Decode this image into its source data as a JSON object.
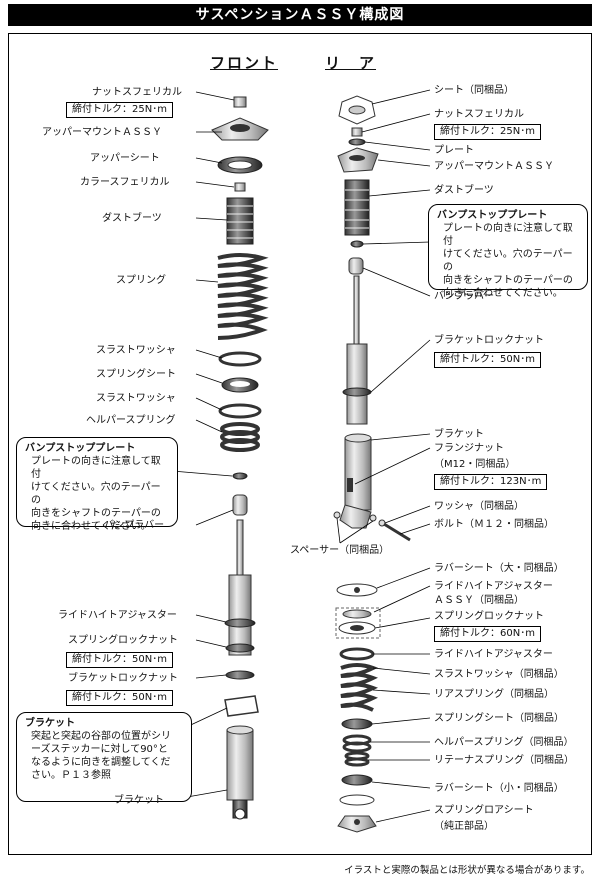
{
  "title": "サスペンションＡＳＳＹ構成図",
  "front": {
    "heading": "フロント",
    "parts": {
      "nut": "ナットスフェリカル",
      "nut_torque": "締付トルク：25N･m",
      "upper_mount": "アッパーマウントＡＳＳＹ",
      "upper_sheet": "アッパーシート",
      "collar": "カラースフェリカル",
      "dust_boots": "ダストブーツ",
      "spring": "スプリング",
      "thrust_washer1": "スラストワッシャ",
      "spring_sheet": "スプリングシート",
      "thrust_washer2": "スラストワッシャ",
      "helper_spring": "ヘルパースプリング",
      "bump_rubber": "バンプラバー",
      "ride_height": "ライドハイトアジャスター",
      "spring_lock_nut": "スプリングロックナット",
      "spring_lock_torque": "締付トルク：50N･m",
      "bracket_lock_nut": "ブラケットロックナット",
      "bracket_lock_torque": "締付トルク：50N･m",
      "bracket": "ブラケット"
    },
    "bump_plate_note": {
      "title": "バンプストッププレート",
      "lines": [
        "プレートの向きに注意して取付",
        "けてください。穴のテーパーの",
        "向きをシャフトのテーパーの",
        "向きに合わせてください。"
      ]
    },
    "bracket_note": {
      "title": "ブラケット",
      "lines": [
        "突起と突起の谷部の位置がシリ",
        "ーズステッカーに対して90°と",
        "なるように向きを調整してくだ",
        "さい。Ｐ１３参照"
      ]
    }
  },
  "rear": {
    "heading": "リ　ア",
    "parts": {
      "sheet": "シート（同梱品）",
      "nut": "ナットスフェリカル",
      "nut_torque": "締付トルク：25N･m",
      "plate": "プレート",
      "upper_mount": "アッパーマウントＡＳＳＹ",
      "dust_boots": "ダストブーツ",
      "bump_rubber": "バンプラバー",
      "bracket_lock_nut": "ブラケットロックナット",
      "bracket_lock_torque": "締付トルク：50N･m",
      "bracket": "ブラケット",
      "flange_nut": "フランジナット",
      "flange_nut_sub": "（M12・同梱品）",
      "flange_torque": "締付トルク：123N･m",
      "washer": "ワッシャ（同梱品）",
      "bolt": "ボルト（Ｍ１２・同梱品）",
      "spacer": "スペーサー（同梱品）",
      "rubber_sheet_large": "ラバーシート（大・同梱品）",
      "ride_height": "ライドハイトアジャスター",
      "ride_height_sub": "ＡＳＳＹ（同梱品）",
      "spring_lock_nut": "スプリングロックナット",
      "spring_lock_torque": "締付トルク：60N･m",
      "ride_height2": "ライドハイトアジャスター",
      "thrust_washer": "スラストワッシャ（同梱品）",
      "rear_spring": "リアスプリング（同梱品）",
      "spring_sheet": "スプリングシート（同梱品）",
      "helper_spring": "ヘルパースプリング（同梱品）",
      "retainer_spring": "リテーナスプリング（同梱品）",
      "rubber_sheet_small": "ラバーシート（小・同梱品）",
      "spring_lower_sheet": "スプリングロアシート",
      "spring_lower_sheet_sub": "（純正部品）"
    },
    "bump_plate_note": {
      "title": "バンプストッププレート",
      "lines": [
        "プレートの向きに注意して取付",
        "けてください。穴のテーパーの",
        "向きをシャフトのテーパーの",
        "向きに合わせてください。"
      ]
    }
  },
  "disclaimer": "イラストと実際の製品とは形状が異なる場合があります。"
}
